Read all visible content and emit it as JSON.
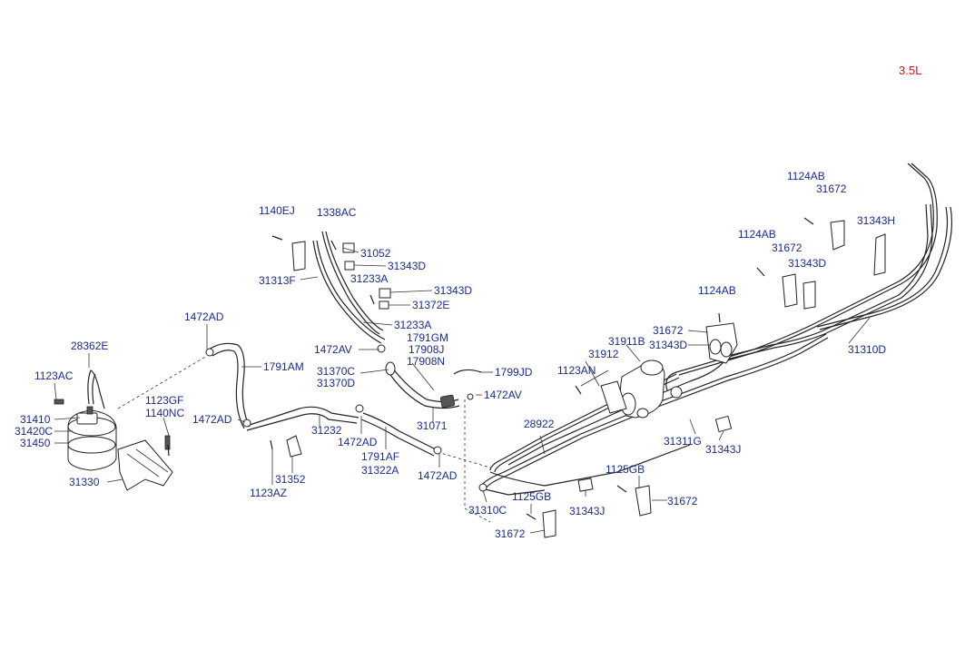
{
  "engine": "3.5L",
  "labels": {
    "p1140EJ": "1140EJ",
    "p1338AC": "1338AC",
    "p31052": "31052",
    "p31343D_a": "31343D",
    "p31313F": "31313F",
    "p31233A_a": "31233A",
    "p31343D_b": "31343D",
    "p31372E": "31372E",
    "p31233A_b": "31233A",
    "p1472AV_a": "1472AV",
    "p1472AD_a": "1472AD",
    "p28362E": "28362E",
    "p1791AM": "1791AM",
    "p1123AC": "1123AC",
    "p1791GM": "1791GM",
    "p17908J": "17908J",
    "p17908N": "17908N",
    "p1799JD": "1799JD",
    "p31370C": "31370C",
    "p31370D": "31370D",
    "p1472AV_b": "1472AV",
    "p1123GF": "1123GF",
    "p1140NC": "1140NC",
    "p31410": "31410",
    "p31420C": "31420C",
    "p31450": "31450",
    "p1472AD_b": "1472AD",
    "p31232": "31232",
    "p31071": "31071",
    "p1472AD_c": "1472AD",
    "p1791AF": "1791AF",
    "p31322A": "31322A",
    "p1472AD_d": "1472AD",
    "p31330": "31330",
    "p31352": "31352",
    "p1123AZ": "1123AZ",
    "p28922": "28922",
    "p31310C": "31310C",
    "p1125GB_a": "1125GB",
    "p31672_a": "31672",
    "p31343J_a": "31343J",
    "p1125GB_b": "1125GB",
    "p31672_b": "31672",
    "p1123AN": "1123AN",
    "p31912": "31912",
    "p31911B": "31911B",
    "p31672_c": "31672",
    "p31343D_c": "31343D",
    "p1124AB_a": "1124AB",
    "p31311G": "31311G",
    "p31343J_b": "31343J",
    "p1124AB_b": "1124AB",
    "p31672_d": "31672",
    "p31343D_d": "31343D",
    "p1124AB_c": "1124AB",
    "p31672_e": "31672",
    "p31343H": "31343H",
    "p31310D": "31310D"
  }
}
